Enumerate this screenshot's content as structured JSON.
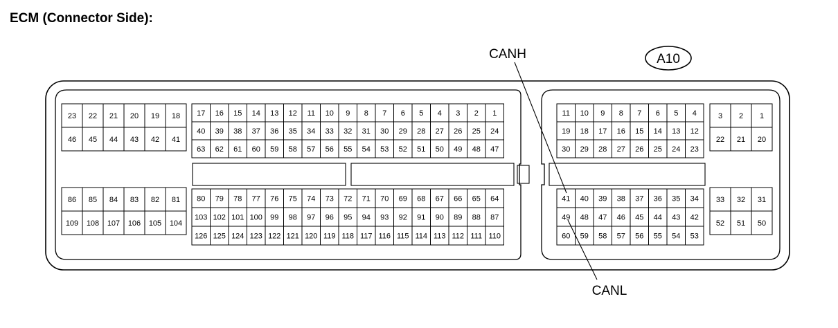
{
  "title": "ECM (Connector Side):",
  "connector_id": "A10",
  "signals": {
    "canh": "CANH",
    "canl": "CANL"
  },
  "colors": {
    "line": "#000000",
    "background": "#ffffff"
  },
  "left_block": {
    "top_left_grid": [
      [
        "23",
        "22",
        "21",
        "20",
        "19",
        "18"
      ],
      [
        "46",
        "45",
        "44",
        "43",
        "42",
        "41"
      ]
    ],
    "top_main_grid": [
      [
        "17",
        "16",
        "15",
        "14",
        "13",
        "12",
        "11",
        "10",
        "9",
        "8",
        "7",
        "6",
        "5",
        "4",
        "3",
        "2",
        "1"
      ],
      [
        "40",
        "39",
        "38",
        "37",
        "36",
        "35",
        "34",
        "33",
        "32",
        "31",
        "30",
        "29",
        "28",
        "27",
        "26",
        "25",
        "24"
      ],
      [
        "63",
        "62",
        "61",
        "60",
        "59",
        "58",
        "57",
        "56",
        "55",
        "54",
        "53",
        "52",
        "51",
        "50",
        "49",
        "48",
        "47"
      ]
    ],
    "bottom_left_grid": [
      [
        "86",
        "85",
        "84",
        "83",
        "82",
        "81"
      ],
      [
        "109",
        "108",
        "107",
        "106",
        "105",
        "104"
      ]
    ],
    "bottom_main_grid": [
      [
        "80",
        "79",
        "78",
        "77",
        "76",
        "75",
        "74",
        "73",
        "72",
        "71",
        "70",
        "69",
        "68",
        "67",
        "66",
        "65",
        "64"
      ],
      [
        "103",
        "102",
        "101",
        "100",
        "99",
        "98",
        "97",
        "96",
        "95",
        "94",
        "93",
        "92",
        "91",
        "90",
        "89",
        "88",
        "87"
      ],
      [
        "126",
        "125",
        "124",
        "123",
        "122",
        "121",
        "120",
        "119",
        "118",
        "117",
        "116",
        "115",
        "114",
        "113",
        "112",
        "111",
        "110"
      ]
    ]
  },
  "right_block": {
    "top_main_grid": [
      [
        "11",
        "10",
        "9",
        "8",
        "7",
        "6",
        "5",
        "4"
      ],
      [
        "19",
        "18",
        "17",
        "16",
        "15",
        "14",
        "13",
        "12"
      ],
      [
        "30",
        "29",
        "28",
        "27",
        "26",
        "25",
        "24",
        "23"
      ]
    ],
    "top_right_grid": [
      [
        "3",
        "2",
        "1"
      ],
      [
        "22",
        "21",
        "20"
      ]
    ],
    "bottom_main_grid": [
      [
        "41",
        "40",
        "39",
        "38",
        "37",
        "36",
        "35",
        "34"
      ],
      [
        "49",
        "48",
        "47",
        "46",
        "45",
        "44",
        "43",
        "42"
      ],
      [
        "60",
        "59",
        "58",
        "57",
        "56",
        "55",
        "54",
        "53"
      ]
    ],
    "bottom_right_grid": [
      [
        "33",
        "32",
        "31"
      ],
      [
        "52",
        "51",
        "50"
      ]
    ]
  }
}
